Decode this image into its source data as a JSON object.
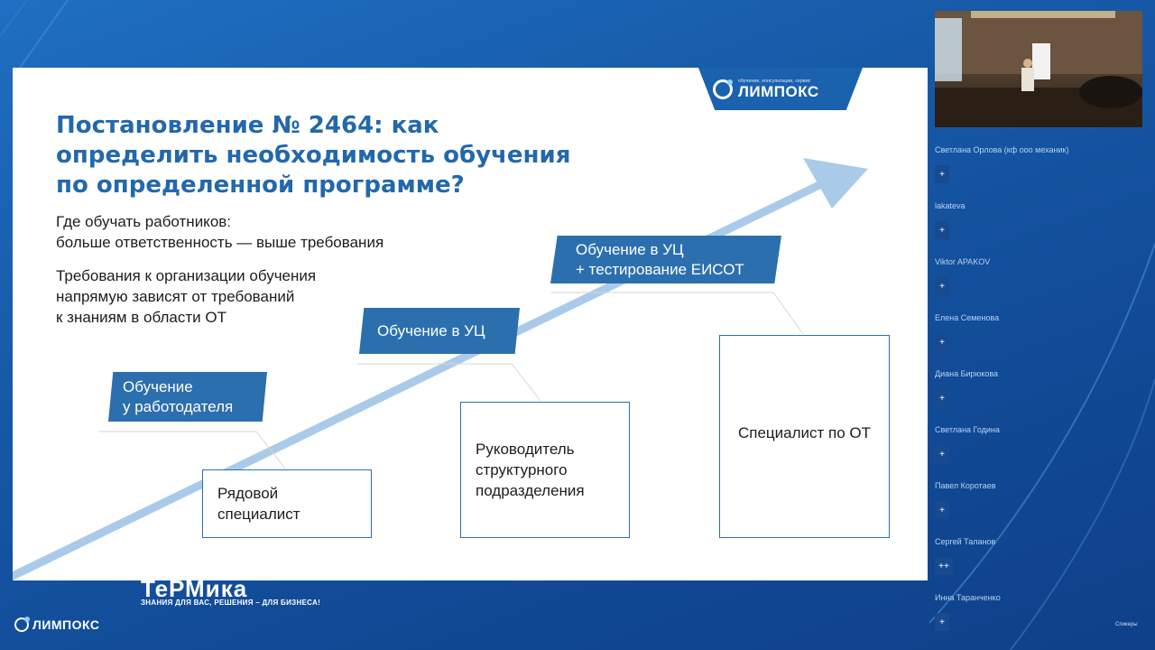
{
  "slide": {
    "title_lines": [
      "Постановление № 2464: как",
      "определить необходимость обучения",
      "по определенной программе?"
    ],
    "block1_lines": [
      "Где обучать работников:",
      "больше ответственность — выше требования"
    ],
    "block2_lines": [
      "Требования к организации обучения",
      "напрямую зависят от требований",
      "к знаниям в области ОТ"
    ],
    "labels": [
      {
        "lines": [
          "Обучение",
          "у работодателя"
        ]
      },
      {
        "lines": [
          "Обучение в УЦ"
        ]
      },
      {
        "lines": [
          "Обучение в УЦ",
          "+ тестирование ЕИСОТ"
        ]
      }
    ],
    "roles": [
      {
        "lines": [
          "Рядовой",
          "специалист"
        ]
      },
      {
        "lines": [
          "Руководитель",
          "структурного",
          "подразделения"
        ]
      },
      {
        "lines": [
          "Специалист по ОТ"
        ]
      }
    ],
    "logo": {
      "tagline": "обучение, консультации, сервис",
      "name": "ЛИМПОКС"
    }
  },
  "branding": {
    "termika_name": "ТеРМика",
    "termika_tagline": "ЗНАНИЯ ДЛЯ ВАС, РЕШЕНИЯ – ДЛЯ БИЗНЕСА!",
    "corner_logo": "ЛИМПОКС"
  },
  "participants": [
    {
      "name": "Светлана Орлова (кф ооо механик)",
      "button": "+"
    },
    {
      "name": "lakateva",
      "button": "+"
    },
    {
      "name": "Viktor APAKOV",
      "button": "+"
    },
    {
      "name": "Елена Семенова",
      "button": "+"
    },
    {
      "name": "Диана Бирюкова",
      "button": "+"
    },
    {
      "name": "Светлана Година",
      "button": "+"
    },
    {
      "name": "Павел Коротаев",
      "button": "+"
    },
    {
      "name": "Сергей Таланов",
      "button": "++"
    },
    {
      "name": "Инна Таранченко",
      "button": "+"
    }
  ],
  "footer_text": "Спикеры",
  "colors": {
    "accent": "#2368ab",
    "label_bg": "#2c6fae",
    "arrow": "#a9cbe9",
    "background": "#175aa8"
  }
}
